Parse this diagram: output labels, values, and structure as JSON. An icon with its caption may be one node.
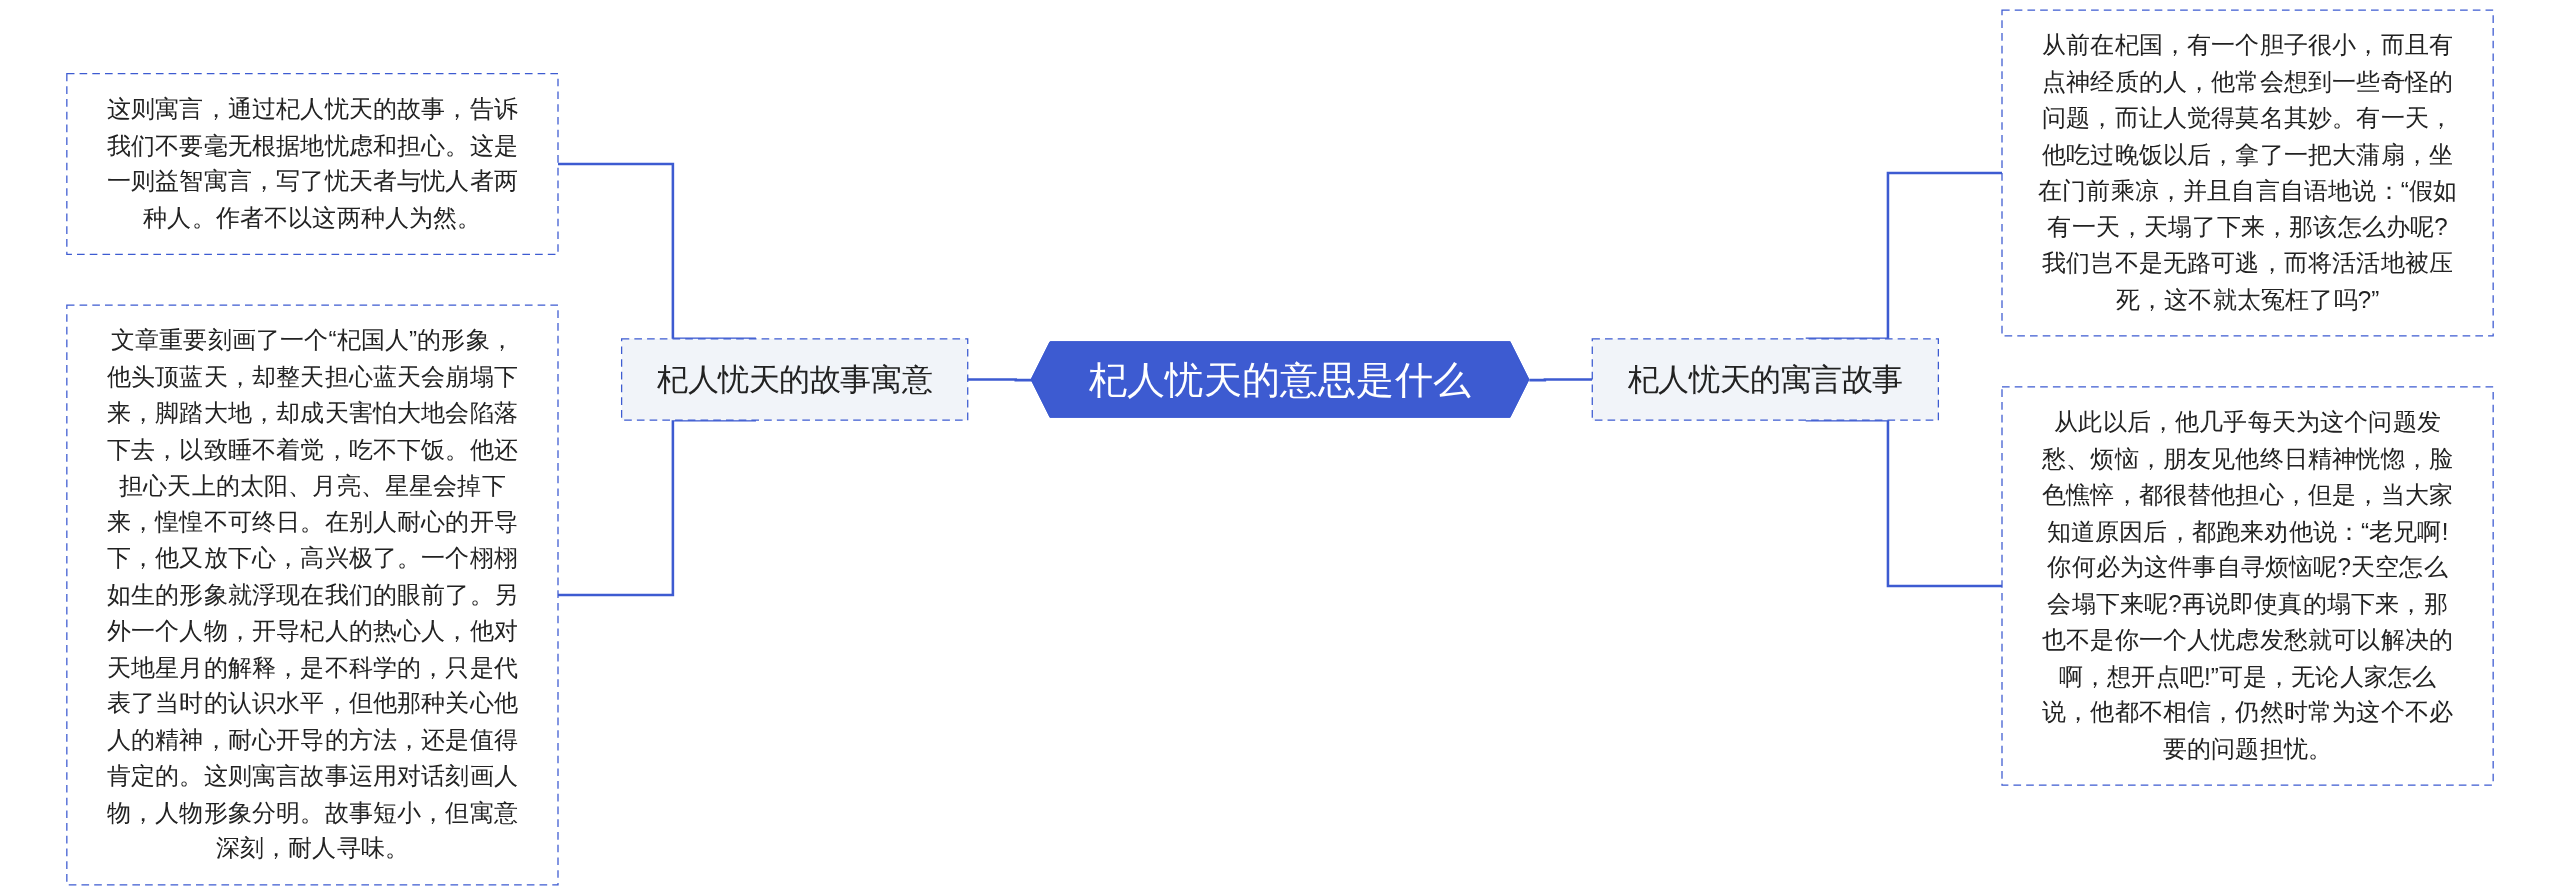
{
  "diagram": {
    "nodes": [
      {
        "text": [
          "杞人忧天的意思是什么"
        ]
      },
      {
        "text": [
          "杞人忧天的故事寓意"
        ]
      },
      {
        "text": [
          "这则寓言，通过杞人忧天的故事，告诉我们不要毫无根据地忧虑和担心。这是一则益智寓言，写了忧天者与忧人者两种人。作者不以这两种人为然。"
        ]
      },
      {
        "text": [
          "文章重要刻画了一个“杞国人”的形象，他头顶蓝天，却整天担心蓝天会崩塌下来，脚踏大地，却成天害怕大地会陷落下去，以致睡不着觉，吃不下饭。他还担心天上的太阳、月亮、星星会掉下来，惶惶不可终日。在别人耐心的开导下，他又放下心，高兴极了。一个栩栩如生的形象就浮现在我们的眼前了。另外一个人物，开导杞人的热心人，他对天地星月的解释，是不科学的，只是代表了当时的认识水平，但他那种关心他人的精神，耐心开导的方法，还是值得肯定的。这则寓言故事运用对话刻画人物，人物形象分明。故事短小，但寓意深刻，耐人寻味。"
        ]
      },
      {
        "text": [
          "杞人忧天的寓言故事"
        ]
      },
      {
        "text": [
          "从前在杞国，有一个胆子很小，而且有点神经质的人，他常会想到一些奇怪的问题，而让人觉得莫名其妙。有一天，他吃过晚饭以后，拿了一把大蒲扇，坐在门前乘凉，并且自言自语地说：“假如有一天，天塌了下来，那该怎么办呢?我们岂不是无路可逃，而将活活地被压死，这不就太冤枉了吗?”"
        ]
      },
      {
        "text": [
          "从此以后，他几乎每天为这个问题发愁、烦恼，朋友见他终日精神恍惚，脸色憔悴，都很替他担心，但是，当大家知道原因后，都跑来劝他说：“老兄啊!你何必为这件事自寻烦恼呢?天空怎么会塌下来呢?再说即使真的塌下来，那也不是你一个人忧虑发愁就可以解决的啊，想开点吧!”可是，无论人家怎么说，他都不相信，仍然时常为这个不必要的问题担忧。"
        ]
      }
    ],
    "edges": [
      {
        "from": 1,
        "to": 0,
        "arrow": "none"
      },
      {
        "from": 2,
        "to": 1,
        "arrow": "none"
      },
      {
        "from": 3,
        "to": 1,
        "arrow": "none"
      },
      {
        "from": 0,
        "to": 4,
        "arrow": "none"
      },
      {
        "from": 4,
        "to": 5,
        "arrow": "none"
      },
      {
        "from": 4,
        "to": 6,
        "arrow": "none"
      }
    ]
  }
}
